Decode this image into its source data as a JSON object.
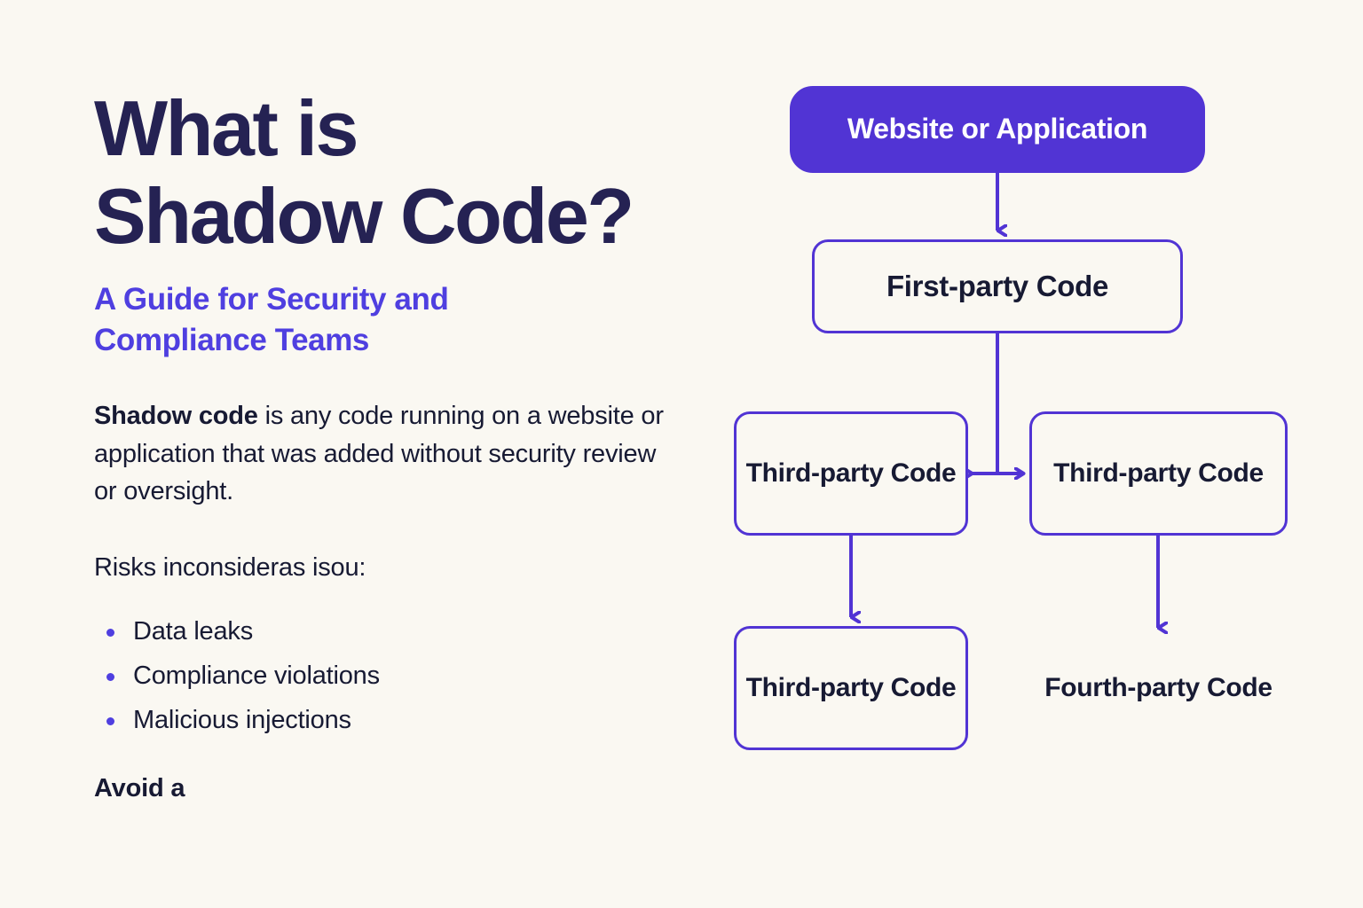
{
  "theme": {
    "background": "#faf8f2",
    "headline_color": "#252253",
    "accent_purple": "#4f3fe0",
    "node_purple": "#5134d4",
    "body_text": "#171a33",
    "filled_node_text": "#ffffff"
  },
  "article": {
    "headline_line1": "What is",
    "headline_line2": "Shadow Code?",
    "subtitle_line1": "A Guide for Security and",
    "subtitle_line2": "Compliance Teams",
    "lede_bold": "Shadow code",
    "lede_rest": " is any code running on a website or application that was added without security review or oversight.",
    "risks_intro": "Risks inconsideras isou:",
    "risks": [
      "Data leaks",
      "Compliance violations",
      "Malicious injections"
    ],
    "closing": "Avoid a"
  },
  "diagram": {
    "nodes": [
      {
        "id": "website",
        "label": "Website or Application",
        "style": "filled"
      },
      {
        "id": "first",
        "label": "First-party Code",
        "style": "outline"
      },
      {
        "id": "third_l",
        "label": "Third-party Code",
        "style": "outline"
      },
      {
        "id": "third_r",
        "label": "Third-party Code",
        "style": "outline"
      },
      {
        "id": "third_b",
        "label": "Third-party Code",
        "style": "outline"
      },
      {
        "id": "fourth",
        "label": "Fourth-party Code",
        "style": "plain"
      }
    ],
    "edges": [
      {
        "from": "website",
        "to": "first",
        "type": "arrow-down"
      },
      {
        "from": "first",
        "to": "third_l",
        "type": "arrow-left"
      },
      {
        "from": "first",
        "to": "third_r",
        "type": "arrow-right"
      },
      {
        "from": "third_l",
        "to": "third_b",
        "type": "arrow-down"
      },
      {
        "from": "third_r",
        "to": "fourth",
        "type": "arrow-down"
      }
    ]
  }
}
